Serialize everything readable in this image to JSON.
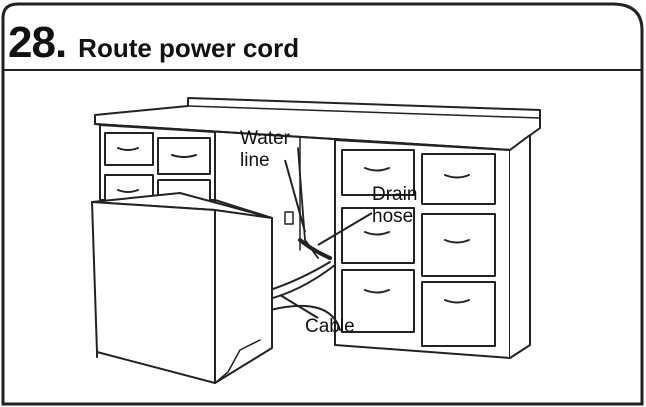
{
  "step": {
    "number": "28.",
    "title": "Route power cord"
  },
  "callouts": {
    "water_line_1": "Water",
    "water_line_2": "line",
    "drain_hose_1": "Drain",
    "drain_hose_2": "hose",
    "cable": "Cable"
  }
}
